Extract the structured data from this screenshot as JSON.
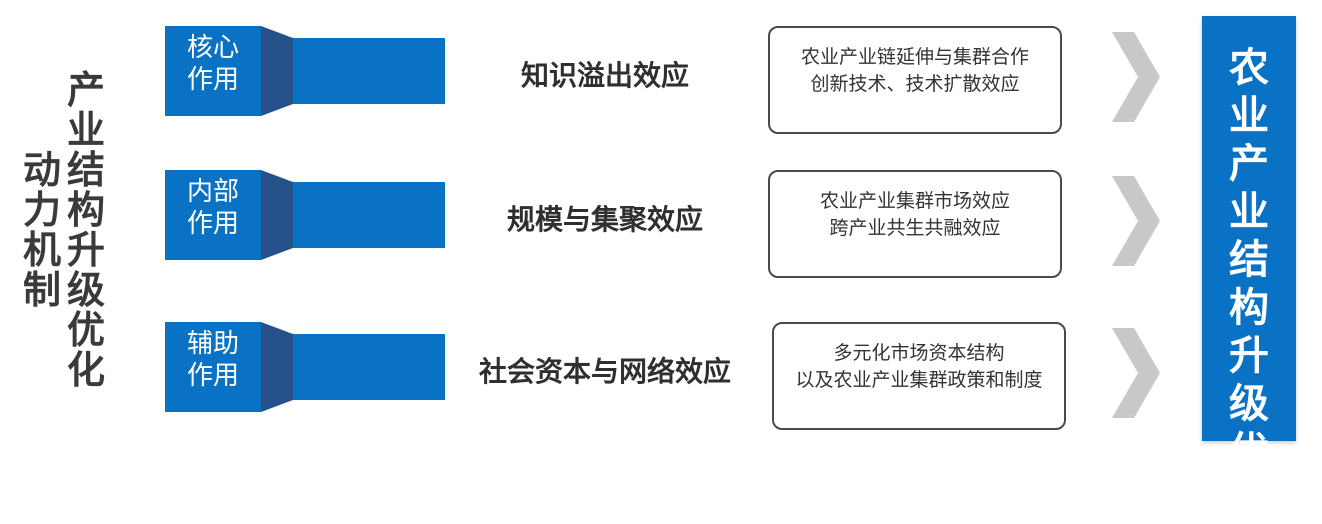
{
  "left_title": {
    "col1": "动力机制",
    "col2": "产业结构升级优化"
  },
  "rows": [
    {
      "badge": [
        "核心",
        "作用"
      ],
      "effect": "知识溢出效应",
      "desc": [
        "农业产业链延伸与集群合作",
        "创新技术、技术扩散效应"
      ]
    },
    {
      "badge": [
        "内部",
        "作用"
      ],
      "effect": "规模与集聚效应",
      "desc": [
        "农业产业集群市场效应",
        "跨产业共生共融效应"
      ]
    },
    {
      "badge": [
        "辅助",
        "作用"
      ],
      "effect": "社会资本与网络效应",
      "desc": [
        "多元化市场资本结构",
        "以及农业产业集群政策和制度"
      ]
    }
  ],
  "result": "农业产业结构升级优化",
  "colors": {
    "badge_blue": "#0a72c4",
    "badge_dark": "#26508a",
    "arrow_blue": "#0a72c4",
    "chevron_gray": "#c8c8c8",
    "result_blue": "#0a72c4"
  }
}
